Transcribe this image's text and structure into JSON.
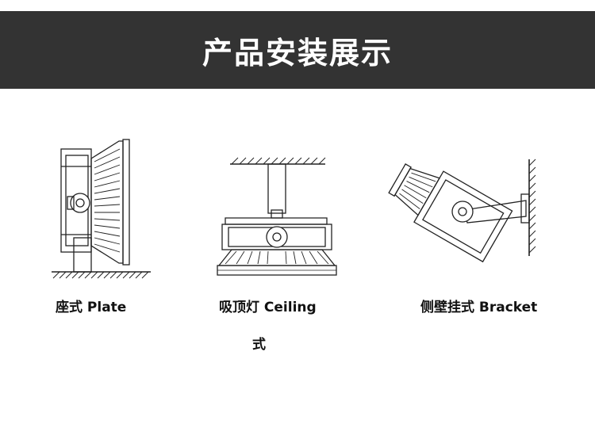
{
  "header": {
    "title": "产品安装展示"
  },
  "installations": [
    {
      "caption": "座式 Plate"
    },
    {
      "caption": "吸顶灯 Ceiling",
      "caption_line2": "式"
    },
    {
      "caption": "侧壁挂式 Bracket"
    }
  ]
}
